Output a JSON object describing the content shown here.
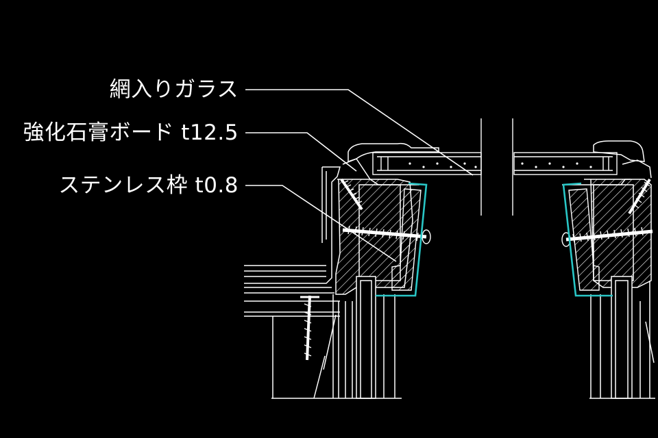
{
  "callouts": [
    {
      "id": "wired-glass",
      "text": "網入りガラス"
    },
    {
      "id": "gypsum-board",
      "text": "強化石膏ボード t12.5"
    },
    {
      "id": "stainless-frame",
      "text": "ステンレス枠 t0.8"
    }
  ],
  "colors": {
    "background": "#000000",
    "line": "#ffffff",
    "highlight": "#29c6c6"
  }
}
